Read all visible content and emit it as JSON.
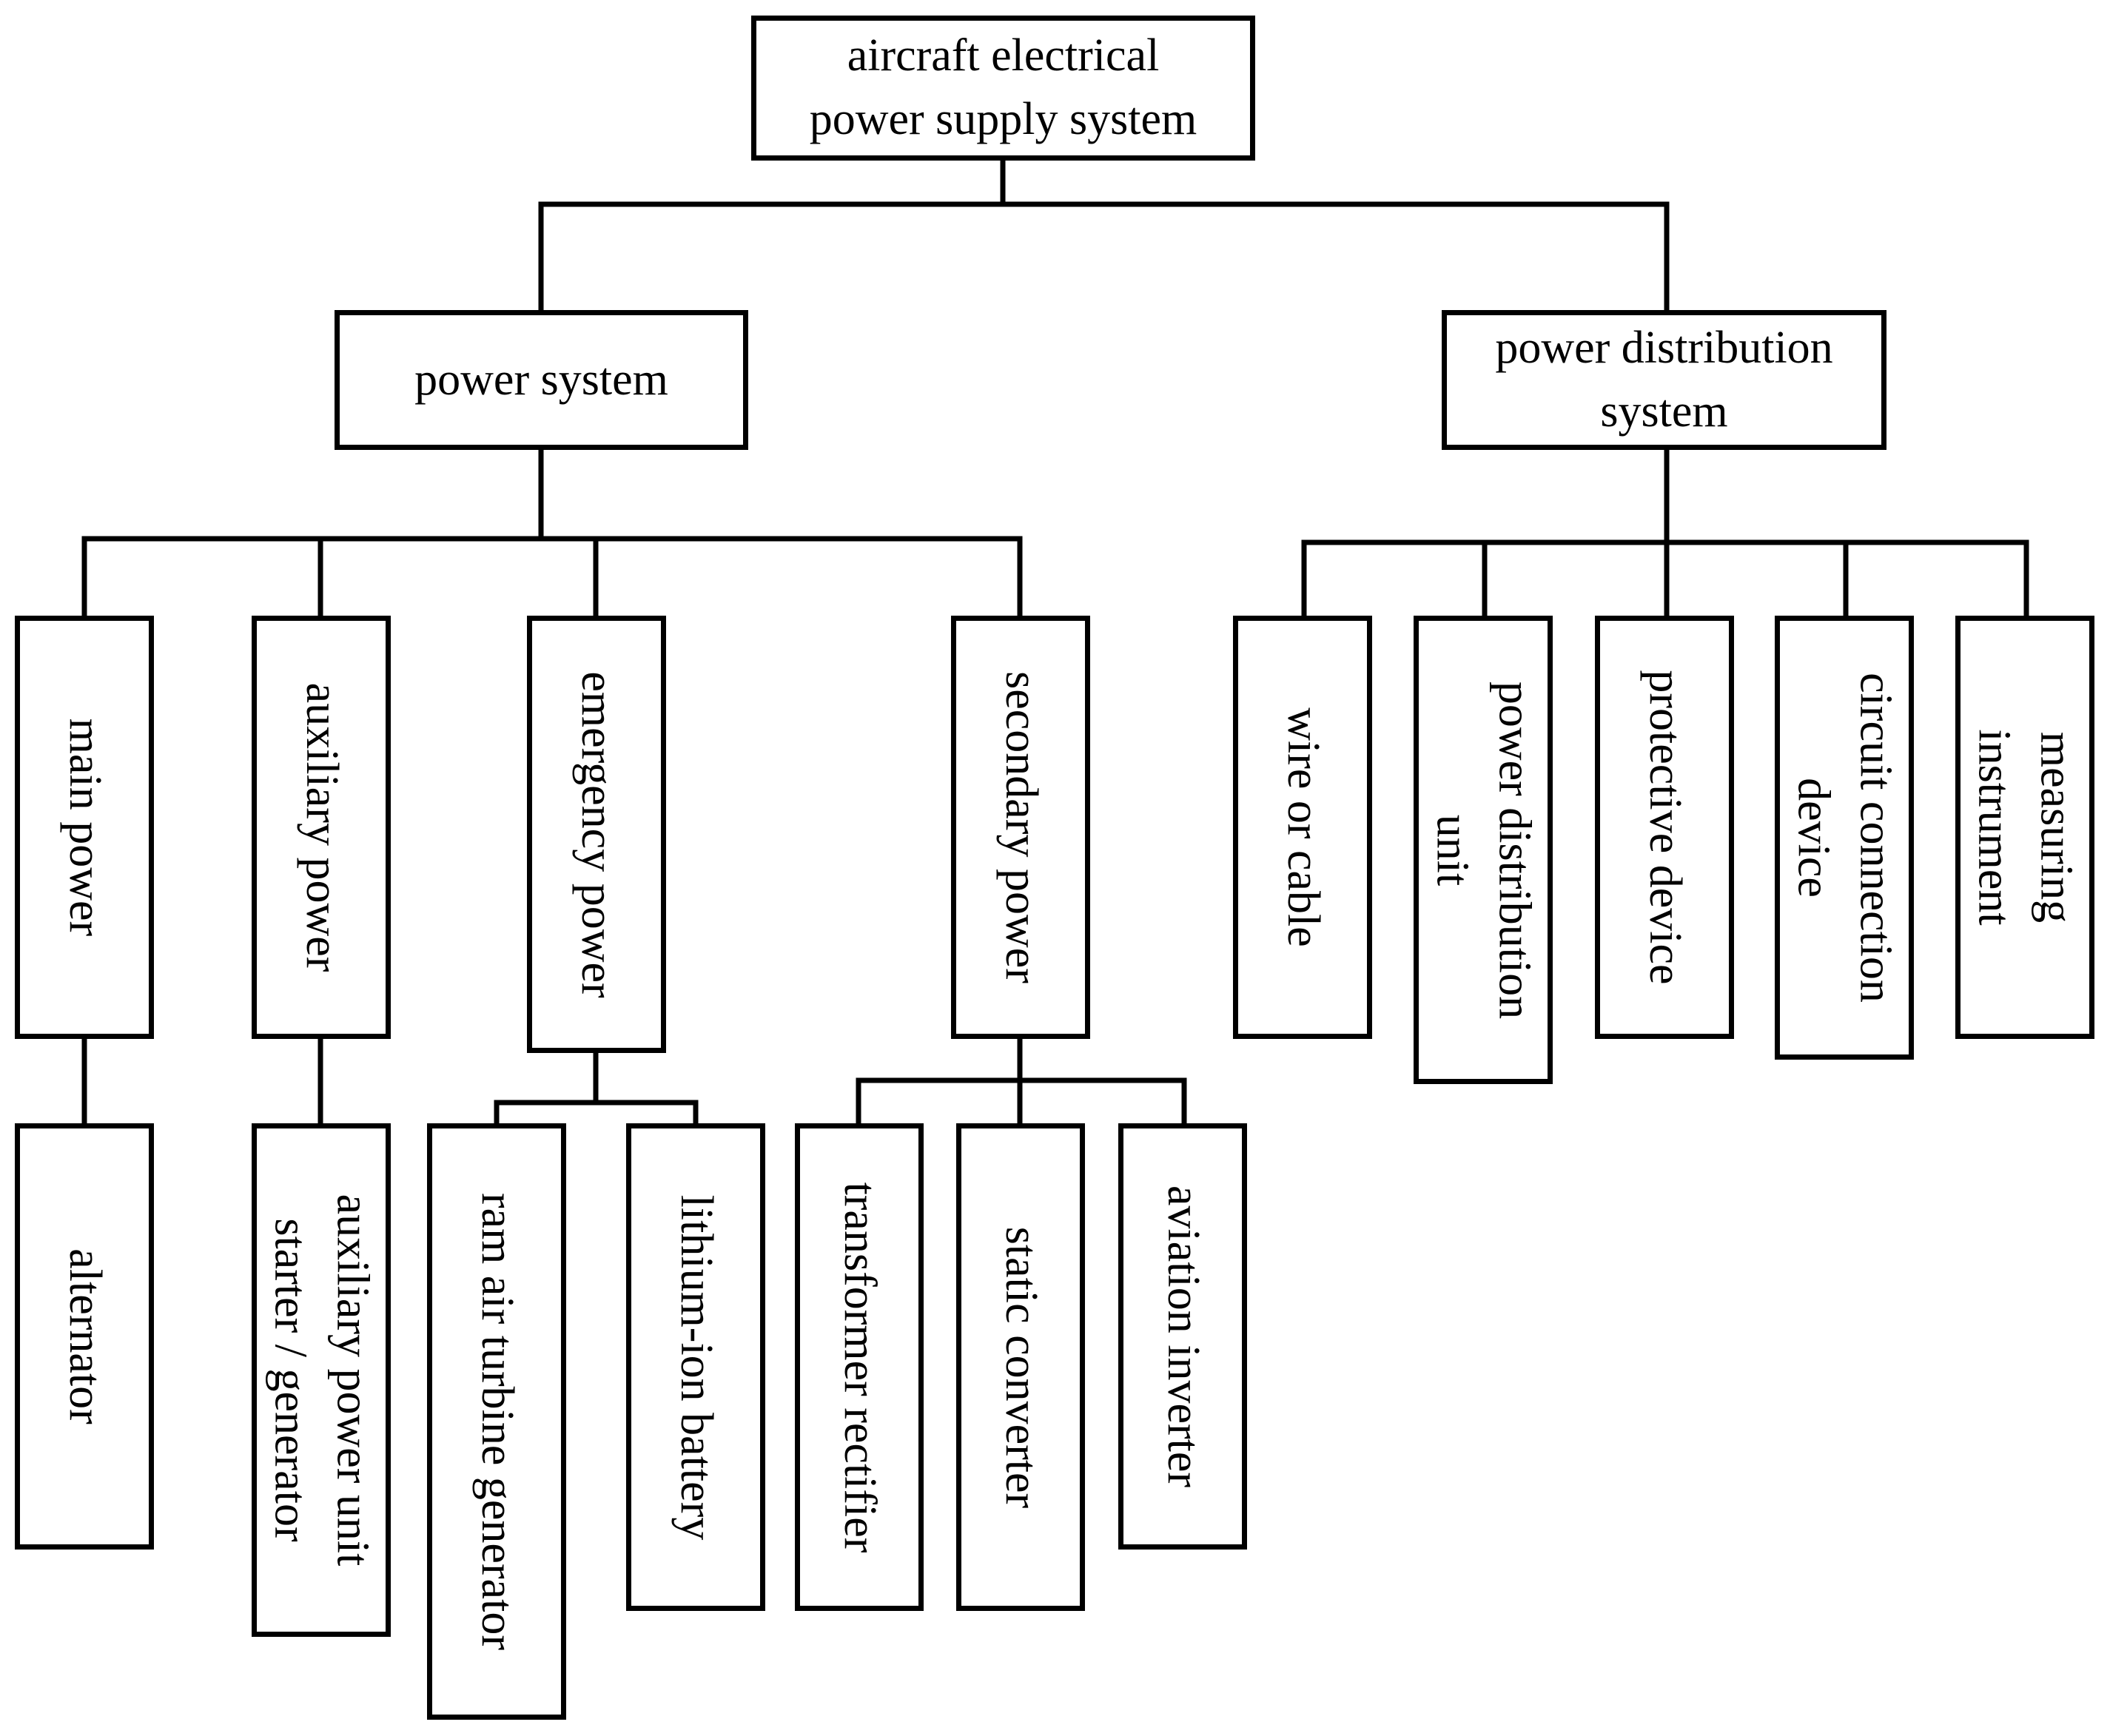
{
  "root": {
    "lines": [
      "aircraft electrical",
      "power supply system"
    ]
  },
  "power_system": {
    "label": "power system",
    "main_power": {
      "label": "main power",
      "child": "alternator"
    },
    "auxiliary_power": {
      "label": "auxiliary power",
      "child_lines": [
        "auxiliary power unit",
        "starter / generator"
      ]
    },
    "emergency_power": {
      "label": "emergency power",
      "children": [
        "ram air turbine generator",
        "lithium-ion battery"
      ]
    },
    "secondary_power": {
      "label": "secondary power",
      "children": [
        "transformer rectifier",
        "static converter",
        "aviation inverter"
      ]
    }
  },
  "power_distribution_system": {
    "lines": [
      "power distribution",
      "system"
    ],
    "wire_or_cable": {
      "label": "wire or cable"
    },
    "power_distribution_unit": {
      "lines": [
        "power distribution",
        "unit"
      ]
    },
    "protective_device": {
      "label": "protective device"
    },
    "circuit_connection_device": {
      "lines": [
        "circuit connection",
        "device"
      ]
    },
    "measuring_instrument": {
      "lines": [
        "measuring",
        "instrument"
      ]
    }
  }
}
